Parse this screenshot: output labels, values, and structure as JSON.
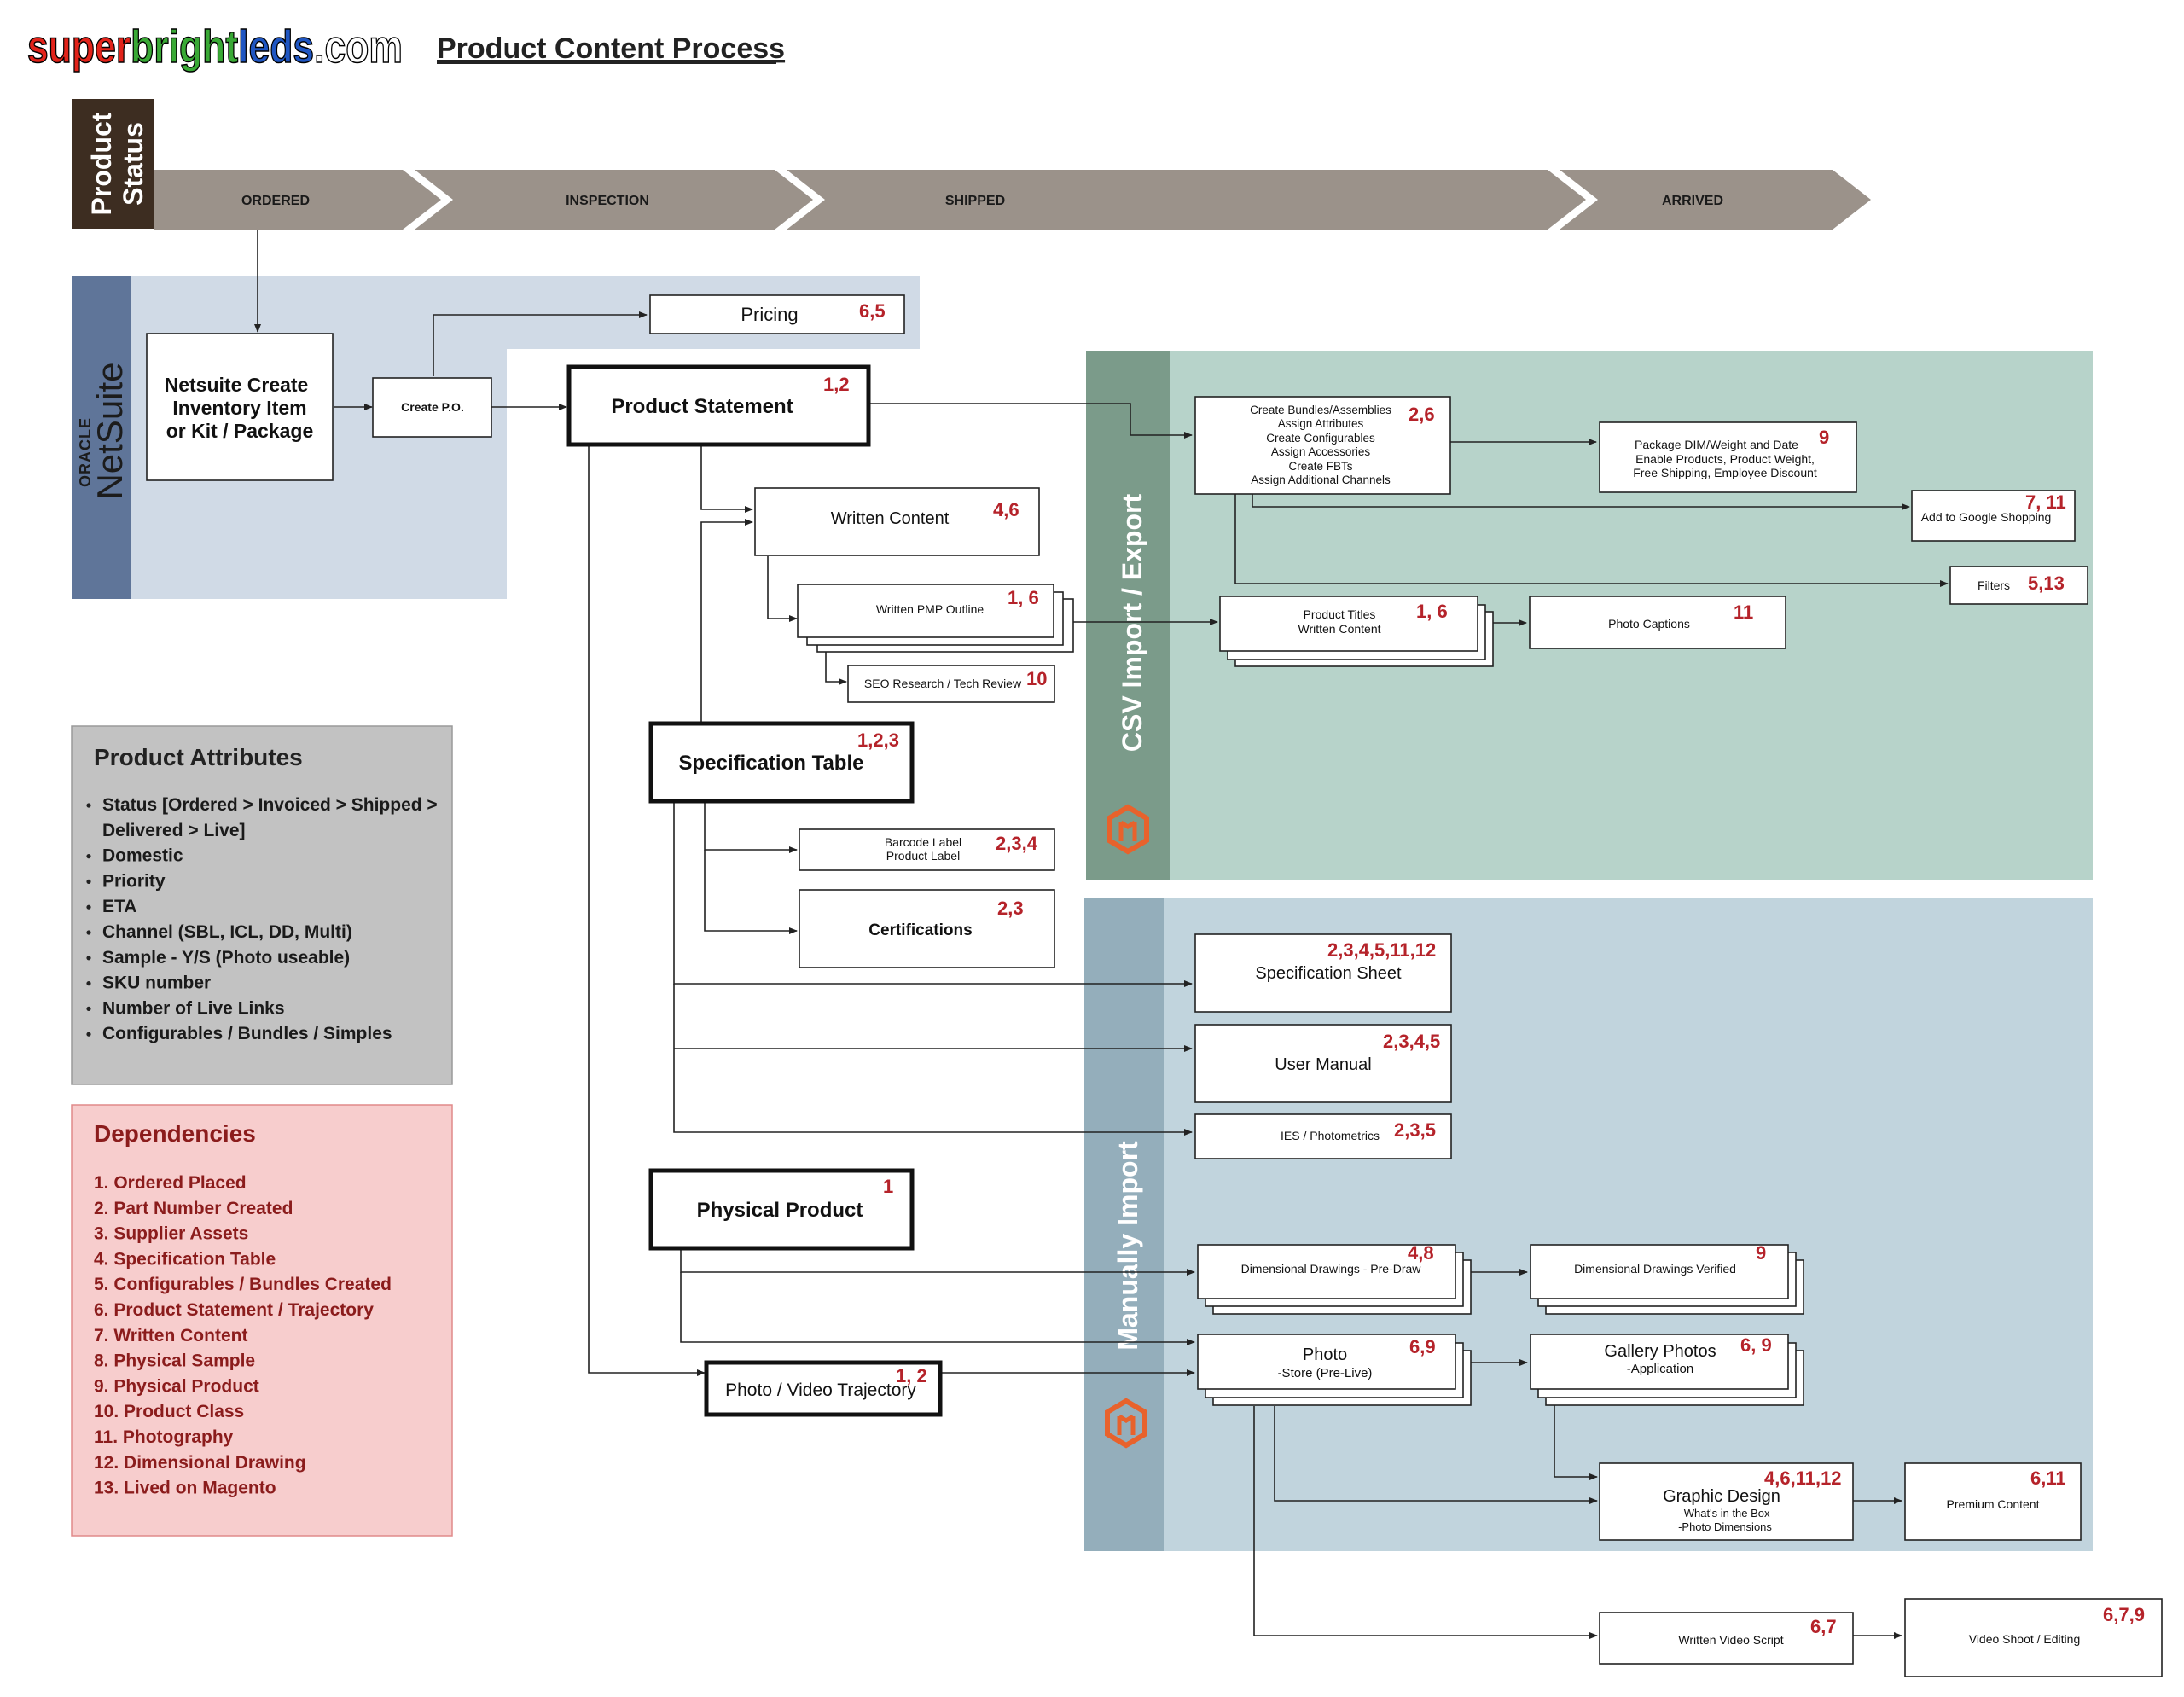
{
  "logo": {
    "text": "superbrightleds.com",
    "parts": [
      "super",
      "bright",
      "leds",
      ".com"
    ],
    "colors": [
      "#e2231a",
      "#39a935",
      "#1f56c2",
      "#1a1a1a"
    ]
  },
  "page_title": "Product Content Process",
  "status": {
    "title_line1": "Product",
    "title_line2": "Status",
    "stages": [
      "ORDERED",
      "INSPECTION",
      "SHIPPED",
      "ARRIVED"
    ]
  },
  "lanes": {
    "netsuite": {
      "oracle": "ORACLE",
      "name": "NetSuite",
      "color": "#5f7599",
      "bg": "#d0dae6"
    },
    "csv": {
      "label": "CSV Import / Export",
      "color": "#7b9b8a",
      "bg": "#b7d3ca"
    },
    "manual": {
      "label": "Manually Import",
      "color": "#94aebb",
      "bg": "#c1d4dd"
    }
  },
  "nodes": {
    "pricing": {
      "label": "Pricing",
      "deps": "6,5"
    },
    "netsuite_create": {
      "lines": [
        "Netsuite Create",
        "Inventory Item",
        "or Kit / Package"
      ]
    },
    "create_po": {
      "label": "Create P.O."
    },
    "product_statement": {
      "label": "Product Statement",
      "deps": "1,2"
    },
    "written_content": {
      "label": "Written Content",
      "deps": "4,6"
    },
    "pmp_outline": {
      "label": "Written PMP Outline",
      "deps": "1, 6"
    },
    "seo": {
      "label": "SEO Research / Tech Review",
      "deps": "10"
    },
    "spec_table": {
      "label": "Specification Table",
      "deps": "1,2,3"
    },
    "barcode": {
      "lines": [
        "Barcode Label",
        "Product Label"
      ],
      "deps": "2,3,4"
    },
    "certifications": {
      "label": "Certifications",
      "deps": "2,3"
    },
    "physical_product": {
      "label": "Physical Product",
      "deps": "1"
    },
    "photo_video_traj": {
      "label": "Photo / Video Trajectory",
      "deps": "1, 2"
    },
    "bundles": {
      "lines": [
        "Create Bundles/Assemblies",
        "Assign Attributes",
        "Create Configurables",
        "Assign Accessories",
        "Create FBTs",
        "Assign Additional Channels"
      ],
      "deps": "2,6"
    },
    "package_dim": {
      "lines": [
        "Package DIM/Weight and Date",
        "Enable Products, Product Weight,",
        "Free Shipping, Employee Discount"
      ],
      "deps": "9"
    },
    "google_shopping": {
      "label": "Add to Google Shopping",
      "deps": "7, 11"
    },
    "filters": {
      "label": "Filters",
      "deps": "5,13"
    },
    "product_titles": {
      "lines": [
        "Product Titles",
        "Written Content"
      ],
      "deps": "1, 6"
    },
    "photo_captions": {
      "label": "Photo Captions",
      "deps": "11"
    },
    "spec_sheet": {
      "label": "Specification Sheet",
      "deps": "2,3,4,5,11,12"
    },
    "user_manual": {
      "label": "User Manual",
      "deps": "2,3,4,5"
    },
    "ies": {
      "label": "IES / Photometrics",
      "deps": "2,3,5"
    },
    "dim_predraw": {
      "label": "Dimensional Drawings - Pre-Draw",
      "deps": "4,8"
    },
    "dim_verified": {
      "label": "Dimensional Drawings Verified",
      "deps": "9"
    },
    "photo": {
      "label": "Photo",
      "sub": "-Store (Pre-Live)",
      "deps": "6,9"
    },
    "gallery": {
      "label": "Gallery Photos",
      "sub": "-Application",
      "deps": "6, 9"
    },
    "graphic_design": {
      "label": "Graphic Design",
      "sub1": "-What's in the Box",
      "sub2": "-Photo Dimensions",
      "deps": "4,6,11,12"
    },
    "premium": {
      "label": "Premium Content",
      "deps": "6,11"
    },
    "video_script": {
      "label": "Written Video Script",
      "deps": "6,7"
    },
    "video_shoot": {
      "label": "Video Shoot / Editing",
      "deps": "6,7,9"
    }
  },
  "attributes": {
    "title": "Product Attributes",
    "items": [
      "Status [Ordered > Invoiced > Shipped >",
      "Delivered > Live]",
      "Domestic",
      "Priority",
      "ETA",
      "Channel (SBL, ICL, DD, Multi)",
      "Sample - Y/S (Photo useable)",
      "SKU number",
      "Number of Live Links",
      "Configurables / Bundles / Simples"
    ]
  },
  "dependencies": {
    "title": "Dependencies",
    "items": [
      "1. Ordered Placed",
      "2. Part Number Created",
      "3. Supplier Assets",
      "4. Specification Table",
      "5. Configurables / Bundles Created",
      "6. Product Statement / Trajectory",
      "7. Written Content",
      "8. Physical Sample",
      "9. Physical Product",
      "10.  Product Class",
      "11.  Photography",
      "12.  Dimensional Drawing",
      "13.  Lived on Magento"
    ]
  }
}
